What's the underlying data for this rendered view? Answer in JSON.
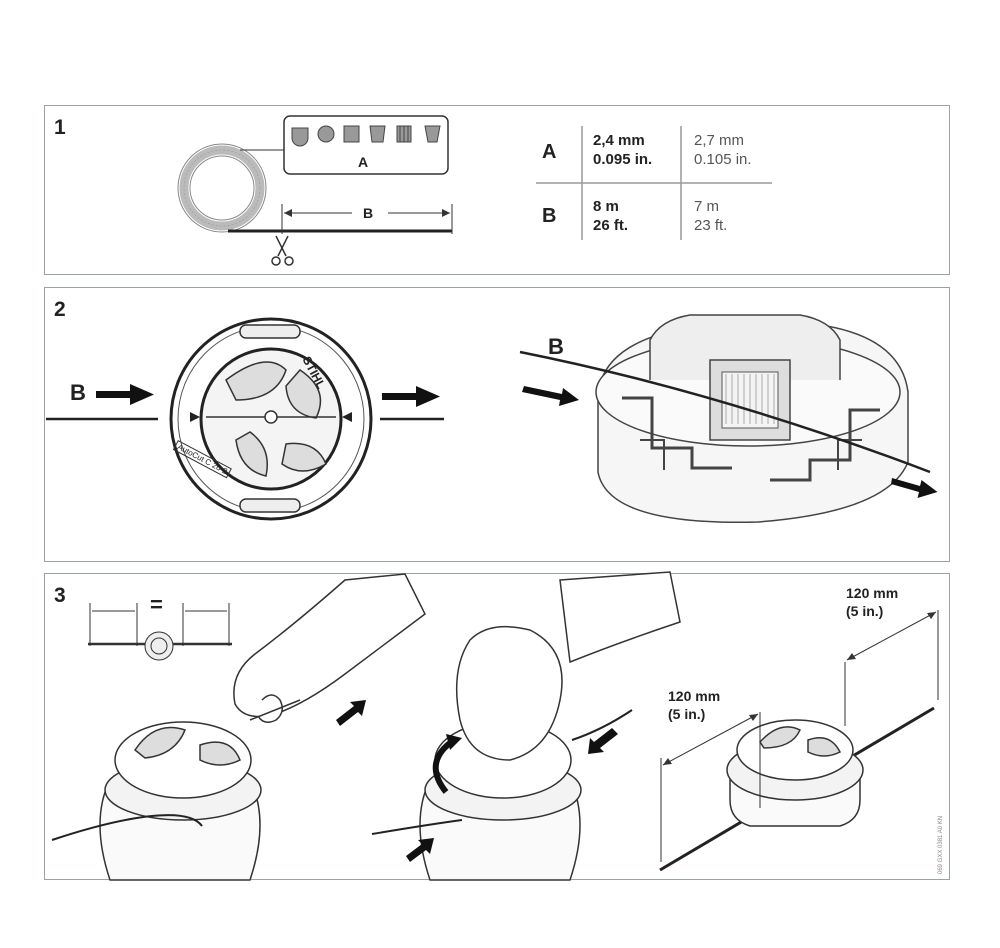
{
  "panels": {
    "p1": {
      "number": "1"
    },
    "p2": {
      "number": "2"
    },
    "p3": {
      "number": "3"
    }
  },
  "panel1": {
    "tag_label": "A",
    "length_label": "B"
  },
  "spec_table": {
    "row_a": {
      "key": "A",
      "col1": {
        "line1": "2,4 mm",
        "line2": "0.095 in."
      },
      "col2": {
        "line1": "2,7 mm",
        "line2": "0.105 in."
      }
    },
    "row_b": {
      "key": "B",
      "col1": {
        "line1": "8 m",
        "line2": "26 ft."
      },
      "col2": {
        "line1": "7 m",
        "line2": "23 ft."
      }
    }
  },
  "panel2": {
    "left_label": "B",
    "right_label": "B",
    "brand": "STIHL",
    "head_model": "AutoCut C 26-2"
  },
  "panel3": {
    "equal_sign": "=",
    "dim1": {
      "line1": "120 mm",
      "line2": "(5 in.)"
    },
    "dim2": {
      "line1": "120 mm",
      "line2": "(5 in.)"
    },
    "ref_code": "069 GXX 0381 A0 KN"
  }
}
